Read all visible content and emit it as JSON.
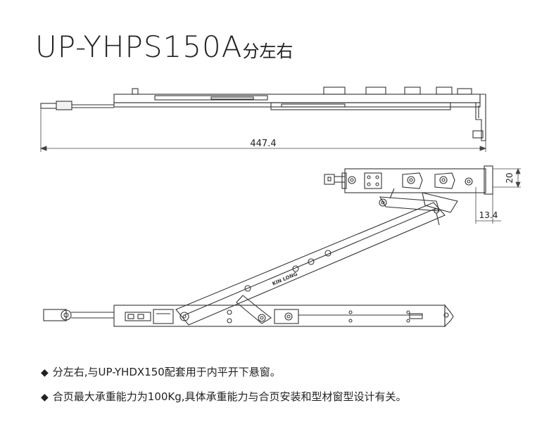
{
  "title": {
    "model": "UP-YHPS150A",
    "suffix": "分左右"
  },
  "dimensions": {
    "overall_length": "447.4",
    "top_height": "20",
    "offset": "13.4"
  },
  "stay_marking": "KIN LONG",
  "notes": {
    "bullet": "◆",
    "items": [
      "分左右,与UP-YHDX150配套用于内平开下悬窗。",
      "合页最大承重能力为100Kg,具体承重能力与合页安装和型材窗型设计有关。"
    ]
  }
}
